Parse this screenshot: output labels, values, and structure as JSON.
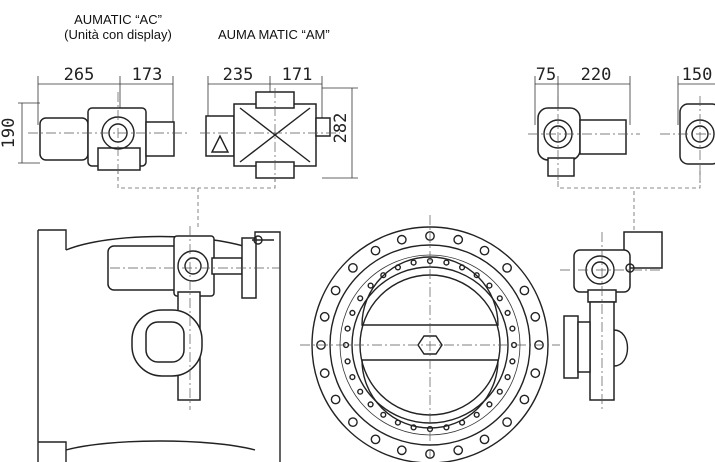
{
  "labels": {
    "ac_title": "AUMATIC “AC”",
    "ac_subtitle": "(Unità con display)",
    "am_title": "AUMA MATIC “AM”"
  },
  "dimensions": {
    "ac_left": "265",
    "ac_right": "173",
    "ac_height": "190",
    "am_left": "235",
    "am_right": "171",
    "am_height": "282",
    "side_left": "75",
    "side_mid": "220",
    "side_right": "150"
  }
}
